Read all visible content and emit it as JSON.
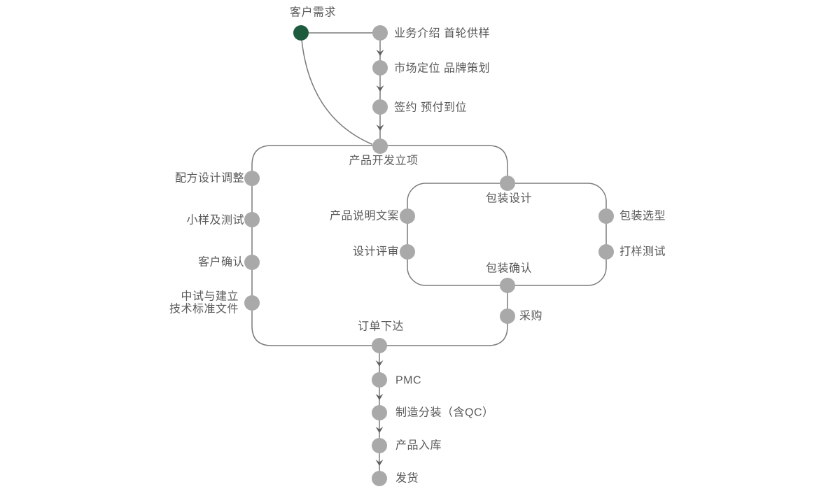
{
  "diagram": {
    "type": "flowchart",
    "language": "zh-CN",
    "colors": {
      "background": "#ffffff",
      "start_node": "#1d5b3e",
      "node": "#a9a9a9",
      "line": "#7b7b7b",
      "arrow": "#606060",
      "text": "#595959"
    },
    "nodes": {
      "customer_demand": {
        "label": "客户需求"
      },
      "business_intro": {
        "label": "业务介绍 首轮供样"
      },
      "market_positioning": {
        "label": "市场定位 品牌策划"
      },
      "contract_signing": {
        "label": "签约 预付到位"
      },
      "product_dev_kickoff": {
        "label": "产品开发立项"
      },
      "formula_design_adjust": {
        "label": "配方设计调整"
      },
      "sample_and_test": {
        "label": "小样及测试"
      },
      "customer_confirm": {
        "label": "客户确认"
      },
      "pilot_standard_docs": {
        "label": "中试与建立技术标准文件",
        "line1": "中试与建立",
        "line2": "技术标准文件"
      },
      "product_copy": {
        "label": "产品说明文案"
      },
      "design_review": {
        "label": "设计评审"
      },
      "packaging_design": {
        "label": "包装设计"
      },
      "packaging_selection": {
        "label": "包装选型"
      },
      "proofing_test": {
        "label": "打样测试"
      },
      "packaging_confirm": {
        "label": "包装确认"
      },
      "purchasing": {
        "label": "采购"
      },
      "order_release": {
        "label": "订单下达"
      },
      "pmc": {
        "label": "PMC"
      },
      "filling_qc": {
        "label": "制造分装（含QC）"
      },
      "warehouse_in": {
        "label": "产品入库"
      },
      "delivery": {
        "label": "发货"
      }
    }
  }
}
